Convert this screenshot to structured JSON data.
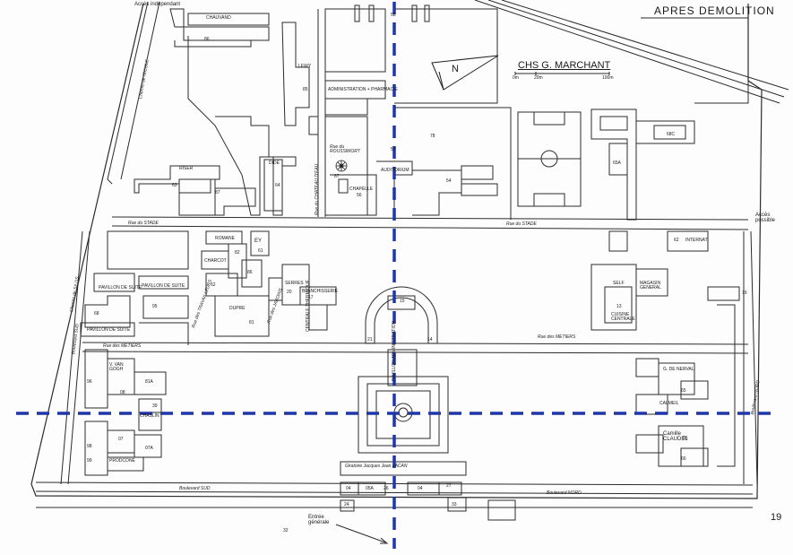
{
  "header": {
    "title": "APRES DEMOLITION",
    "site_name": "CHS G. MARCHANT",
    "scale_labels": [
      "0m",
      "20m",
      "100m"
    ],
    "north_label": "N"
  },
  "access": {
    "independent": "Accès indépendant",
    "possible": "Accès possible",
    "main_entrance": "Entrée générale"
  },
  "page_number": "19",
  "roads": {
    "stade_left": "Rue du STADE",
    "stade_right": "Rue du STADE",
    "chateau_eau": "Rue du CHATEAU D'EAU",
    "roussimort": "Rue du ROUSSIMORT",
    "meteirs_left": "Rue des METIERS",
    "meteirs_right": "Rue des METIERS",
    "jardins": "Rue des JARDINS",
    "travailleurs": "Rue des TRAVAILLEURS",
    "serres": "Rue des SERRES",
    "bd_sud": "Boulevard SUD",
    "bd_nord": "Boulevard NORD",
    "bd_nord_side": "Boulevard NORD",
    "bd_sud_side": "Boulevard SUD",
    "chemin_ecole": "Chemin de l'ECOLE",
    "chemin_silos": "Chemin de SILOS",
    "giratoire": "Giratoire Jacques Jean LACAN"
  },
  "buildings": {
    "chauvand": "CHAUVAND",
    "lewy": "LEWY",
    "administration": "ADMINISTRATION + PHARMACIE",
    "auditorium": "AUDITORIUM",
    "chapelle": "CHAPELLE",
    "riser": "RISER",
    "dide": "DIDE",
    "romane": "ROMANE",
    "ey": "EY",
    "charcot": "CHARCOT",
    "dupre": "DUPRE",
    "serres": "SERRES",
    "blanchisserie": "BLANCHISSERIE",
    "centrale_thermique": "CENTRALE THERMIQUE",
    "pavillon_suite_1": "PAVILLON DE SUITE",
    "pavillon_suite_2": "PAVILLON DE SUITE",
    "pavillon_suite_3": "PAVILLON DE SUITE",
    "van_gogh": "V. VAN GOGH",
    "chaslin": "CHASLIN",
    "prodcone": "PRODCONE",
    "self": "SELF",
    "magasin": "MAGASIN GENERAL",
    "cuisine": "CUISINE CENTRALE",
    "internat": "INTERNAT",
    "de_nerval": "G. DE NERVAL",
    "calmeil": "CALMEIL",
    "claudel": "Camille CLAUDEL",
    "centre_admin": "PAVILLON ADMINISTRATION"
  },
  "numbers": [
    "86",
    "85",
    "87",
    "54",
    "78",
    "67",
    "63",
    "64",
    "57",
    "58",
    "56",
    "61",
    "62",
    "81",
    "82",
    "86",
    "20",
    "17",
    "15",
    "21",
    "14",
    "96",
    "95",
    "08",
    "68",
    "98",
    "81A",
    "39",
    "99",
    "07",
    "07A",
    "13",
    "62",
    "65",
    "66",
    "19",
    "65A",
    "68C",
    "24",
    "04",
    "05A",
    "26",
    "27",
    "32",
    "33",
    "05",
    "04"
  ],
  "colors": {
    "line": "#2b2b2b",
    "axis_blue": "#1f37a8",
    "field_green": "#ffffff"
  },
  "icons": [
    "north-arrow-icon",
    "flower-icon",
    "football-field-icon"
  ]
}
